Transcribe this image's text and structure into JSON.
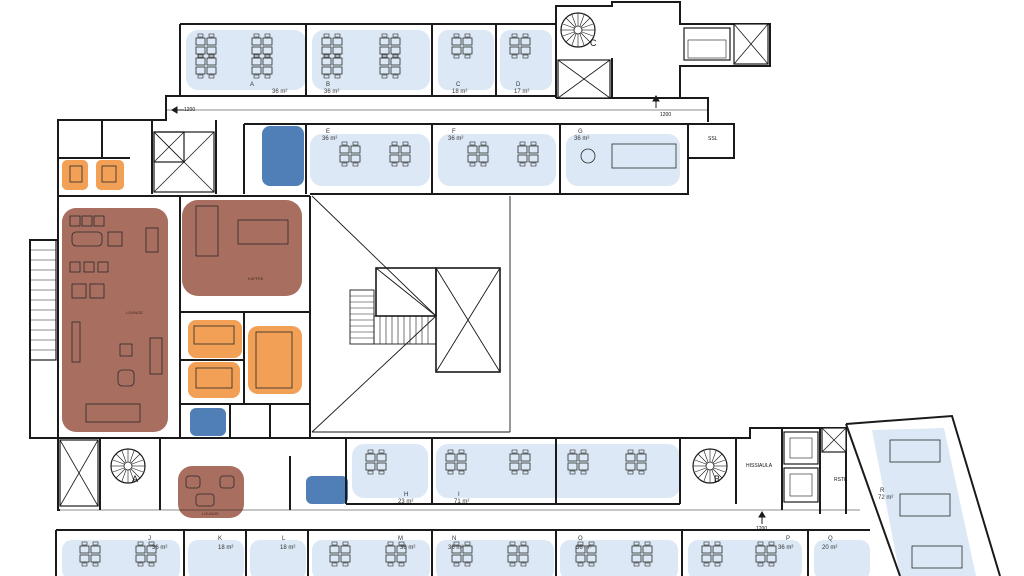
{
  "colors": {
    "wall": "#1a1a1a",
    "office_zone": "#dce8f5",
    "lounge_zone": "#a86e60",
    "meeting_zone": "#f1a055",
    "toilet_zone": "#4f7fb6",
    "furniture": "#2a2a2a"
  },
  "rooms": [
    {
      "letter": "A",
      "area": "36 m²"
    },
    {
      "letter": "B",
      "area": "36 m²"
    },
    {
      "letter": "C",
      "area": "18 m²"
    },
    {
      "letter": "D",
      "area": "17 m²"
    },
    {
      "letter": "E",
      "area": "36 m²"
    },
    {
      "letter": "F",
      "area": "36 m²"
    },
    {
      "letter": "G",
      "area": "36 m²"
    },
    {
      "letter": "H",
      "area": "23 m²"
    },
    {
      "letter": "I",
      "area": "71 m²"
    },
    {
      "letter": "J",
      "area": "36 m²"
    },
    {
      "letter": "K",
      "area": "18 m²"
    },
    {
      "letter": "L",
      "area": "18 m²"
    },
    {
      "letter": "M",
      "area": "36 m²"
    },
    {
      "letter": "N",
      "area": "36 m²"
    },
    {
      "letter": "O",
      "area": "36 m²"
    },
    {
      "letter": "P",
      "area": "36 m²"
    },
    {
      "letter": "Q",
      "area": "20 m²"
    },
    {
      "letter": "R",
      "area": "72 m²"
    }
  ],
  "zones": {
    "lounge_main": "LOUNGE",
    "lounge_small": "LOUNGE",
    "pantry": "KAFFEE"
  },
  "stairs": {
    "a": "A",
    "b": "B",
    "c": "C"
  },
  "labels": {
    "hissiaula": "HISSIAULA",
    "rstk": "RSTK",
    "ssl": "SSL"
  },
  "dimensions": {
    "top_left": "1200",
    "top_right": "1200",
    "bottom": "1200"
  }
}
